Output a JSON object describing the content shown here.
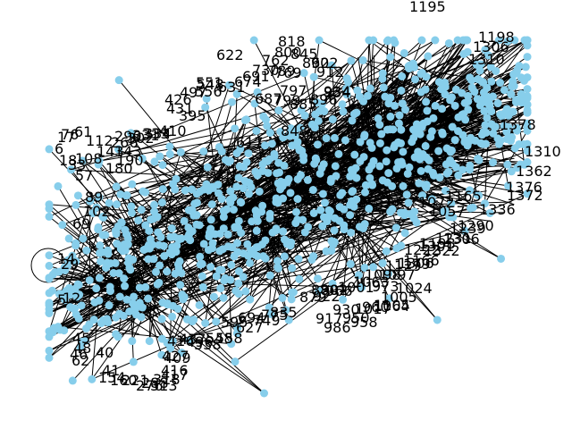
{
  "diagram": {
    "type": "network-graph",
    "layout": "spring",
    "node_color": "#87CEEB",
    "edge_color": "#000000",
    "label_color": "#000000",
    "has_self_loop": true,
    "visible_node_labels": [
      "1195",
      "1198",
      "1306",
      "1310",
      "1310",
      "1378",
      "1362",
      "1376",
      "1372",
      "1336",
      "1322",
      "1301",
      "1306",
      "1105",
      "1064",
      "1017",
      "986",
      "934",
      "848",
      "818",
      "800",
      "845",
      "862",
      "902",
      "912",
      "762",
      "730",
      "789",
      "769",
      "797",
      "799",
      "885",
      "896",
      "934",
      "622",
      "674",
      "631",
      "691",
      "687",
      "617",
      "551",
      "548",
      "497",
      "556",
      "426",
      "431",
      "395",
      "410",
      "334",
      "331",
      "333",
      "290",
      "302",
      "266",
      "112",
      "143",
      "143",
      "190",
      "180",
      "108",
      "61",
      "76",
      "6",
      "17",
      "18",
      "33",
      "57",
      "89",
      "102",
      "69",
      "14",
      "29",
      "5",
      "12",
      "45",
      "48",
      "46",
      "62",
      "40",
      "41",
      "154",
      "160",
      "221",
      "276",
      "288",
      "313",
      "318",
      "417",
      "427",
      "416",
      "409",
      "416",
      "437",
      "496",
      "538",
      "548",
      "558",
      "595",
      "627",
      "694",
      "749",
      "775",
      "835",
      "879",
      "922",
      "966",
      "1001",
      "1063",
      "1098",
      "1097",
      "1129",
      "1179",
      "1166",
      "1222",
      "1198",
      "1231",
      "1306",
      "1290",
      "1239",
      "1165",
      "1072",
      "1057",
      "1024",
      "1005",
      "973",
      "960",
      "958",
      "950",
      "930",
      "917",
      "902",
      "880",
      "869"
    ]
  }
}
